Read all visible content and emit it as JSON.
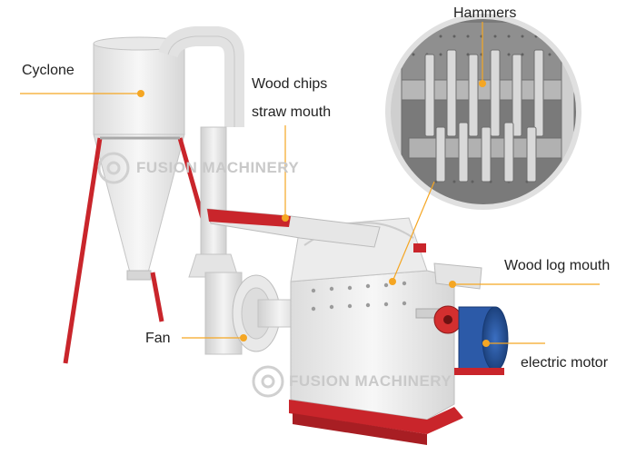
{
  "labels": {
    "cyclone": "Cyclone",
    "wood_chips": "Wood chips",
    "straw_mouth": "straw mouth",
    "hammers": "Hammers",
    "wood_log_mouth": "Wood log mouth",
    "fan": "Fan",
    "electric_motor": "electric motor"
  },
  "watermark": {
    "text_1": "FUSION MACHINERY",
    "text_2": "FUSION MACHINERY"
  },
  "colors": {
    "callout_line": "#f5a623",
    "callout_dot": "#f5a623",
    "machine_body": "#eeeeee",
    "frame_red": "#c9252b",
    "motor_blue": "#1f4f9a"
  }
}
